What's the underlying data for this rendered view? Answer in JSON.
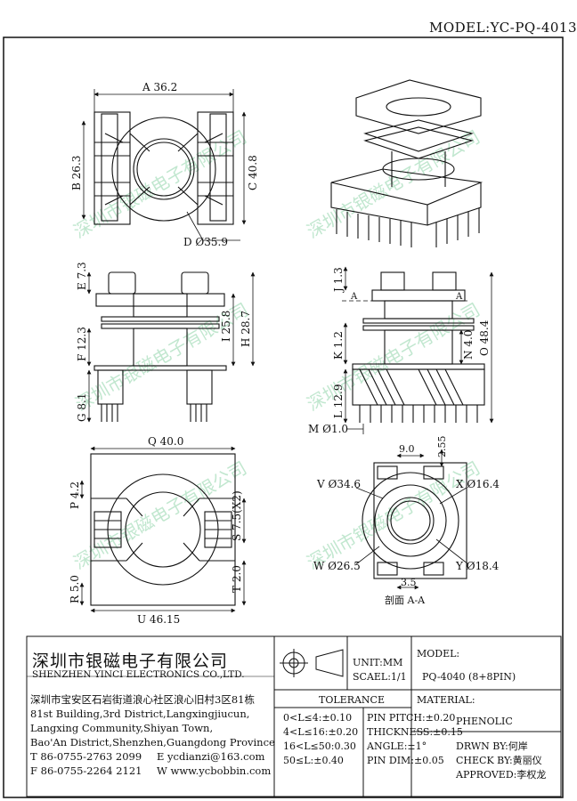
{
  "model_header": "MODEL:YC-PQ-4013",
  "watermark": [
    "深圳市银磁电子有限公司",
    "SHENZHEN YINCI ELECTRONICS CO., LTD."
  ],
  "dims": {
    "a": "A 36.2",
    "b": "B 26.3",
    "c": "C 40.8",
    "d": "D Ø35.9",
    "e": "E 7.3",
    "i": "I 25.8",
    "h": "H 28.7",
    "f": "F 12.3",
    "g": "G 8.1",
    "j": "J 1.3",
    "k": "K 1.2",
    "n": "N 4.0",
    "o": "O 48.4",
    "l": "L 12.9",
    "m": "M Ø1.0",
    "sec_a_left": "A",
    "sec_a_right": "A",
    "q": "Q 40.0",
    "p": "P 4.2",
    "s": "S 7.5(X2)",
    "t": "T 2.0",
    "r": "R 5.0",
    "u": "U 46.15",
    "dim_90": "9.0",
    "dim_255": "2.55",
    "v": "V Ø34.6",
    "x": "X Ø16.4",
    "w": "W Ø26.5",
    "y": "Y Ø18.4",
    "dim_35": "3.5",
    "section_label": "剖面 A-A"
  },
  "title_block": {
    "company_cn": "深圳市银磁电子有限公司",
    "company_en": "SHENZHEN YINCI ELECTRONICS CO.,LTD.",
    "address": [
      "深圳市宝安区石岩街道浪心社区浪心旧村3区81栋",
      "81st Building,3rd District,Langxingjiucun,",
      "Langxing Community,Shiyan Town,",
      "Bao'An District,Shenzhen,Guangdong Province"
    ],
    "tel": "T 86-0755-2763 2099",
    "email": "E ycdianzi@163.com",
    "fax": "F 86-0755-2264 2121",
    "web": "W www.ycbobbin.com",
    "unit": "UNIT:MM",
    "scale": "SCAEL:1/1",
    "model_label": "MODEL:",
    "model_value": "PQ-4040 (8+8PIN)",
    "tolerance_label": "TOLERANCE",
    "tol": [
      "0<L≤4:±0.10",
      "4<L≤16:±0.20",
      "16<L≤50:0.30",
      "50≤L:±0.40"
    ],
    "pin": [
      "PIN PITCH:±0.20",
      "THICKNESS:±0.15",
      "ANGLE:±1°",
      "PIN DIM:±0.05"
    ],
    "material_label": "MATERIAL:",
    "material_value": "PHENOLIC",
    "drawn": "DRWN BY:何岸",
    "check": "CHECK BY:黄丽仪",
    "approved": "APPROVED:李权龙"
  }
}
